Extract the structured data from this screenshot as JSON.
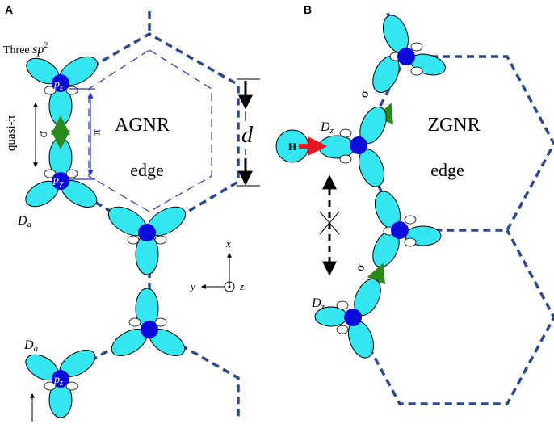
{
  "panels": {
    "a": {
      "label": "A",
      "orbital_note_prefix": "Three ",
      "orbital_note_hybrid": "sp",
      "orbital_note_sup": "2",
      "pz_label": "p",
      "pz_sub": "z",
      "pz_label_lower": "P",
      "pz_sub_lower": "Z",
      "quasi_pi": "quasi-π",
      "sigma": "σ",
      "pi": "π",
      "ribbon_name": "AGNR",
      "edge_word": "edge",
      "distance": "d",
      "site_1": "D",
      "site_1_sub": "a",
      "site_2": "D",
      "site_2_sub": "a",
      "axis_x": "x",
      "axis_y": "y",
      "axis_z": "z"
    },
    "b": {
      "label": "B",
      "hydrogen": "H",
      "site_top": "D",
      "site_top_sub": "z",
      "site_bottom": "D",
      "site_bottom_sub": "z",
      "sigma_top": "σ",
      "sigma_bottom": "σ",
      "ribbon_name": "ZGNR",
      "edge_word": "edge"
    }
  },
  "colors": {
    "lobe_fill": "#33e6f0",
    "atom": "#0b0bdc",
    "bond_dash": "#2b4a8c",
    "pi_bond": "#2a8a1e",
    "h_arrow": "#e8141e",
    "inner_hex": "#2233cc"
  }
}
